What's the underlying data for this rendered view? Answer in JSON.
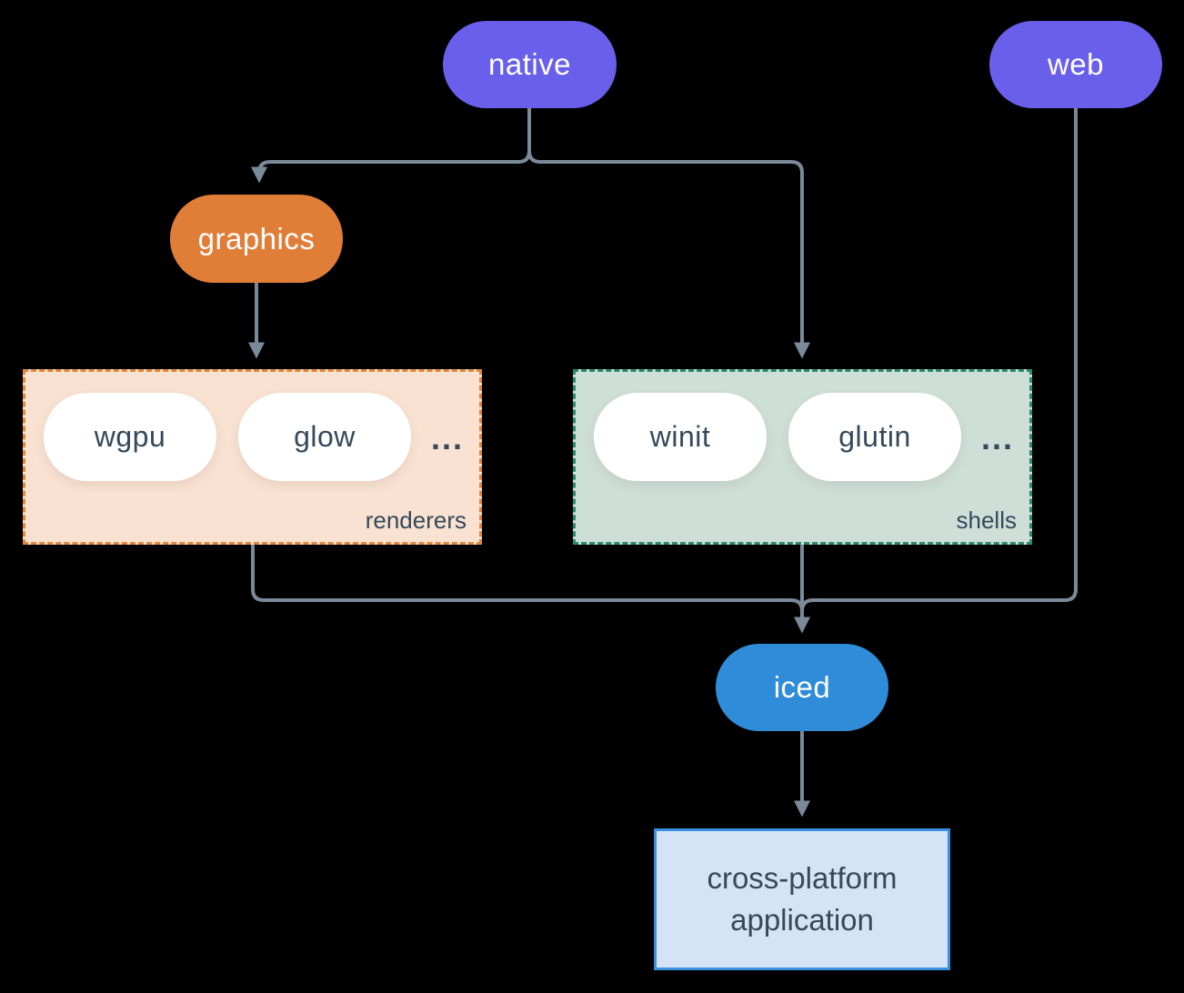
{
  "nodes": {
    "native": {
      "label": "native",
      "color": "#6A5FEB"
    },
    "web": {
      "label": "web",
      "color": "#6A5FEB"
    },
    "graphics": {
      "label": "graphics",
      "color": "#E07E38"
    },
    "iced": {
      "label": "iced",
      "color": "#2F8CD9"
    }
  },
  "groups": {
    "renderers": {
      "label": "renderers",
      "items": [
        "wgpu",
        "glow"
      ],
      "ellipsis": "...",
      "background": "#F9E2D2",
      "border": "#E2873E"
    },
    "shells": {
      "label": "shells",
      "items": [
        "winit",
        "glutin"
      ],
      "ellipsis": "...",
      "background": "#CEDFD8",
      "border": "#2E8A6E"
    }
  },
  "app": {
    "label": "cross-platform application",
    "background": "#D4E4F6",
    "border": "#3A8FE0"
  },
  "edges": [
    {
      "from": "native",
      "to": "graphics"
    },
    {
      "from": "native",
      "to": "shells"
    },
    {
      "from": "graphics",
      "to": "renderers"
    },
    {
      "from": "renderers",
      "to": "iced"
    },
    {
      "from": "shells",
      "to": "iced"
    },
    {
      "from": "web",
      "to": "iced"
    },
    {
      "from": "iced",
      "to": "cross-platform application"
    }
  ],
  "style": {
    "background": "#000000",
    "edge_color": "#7A8A99",
    "text_dark": "#35495A",
    "node_text": "#FFFFFF"
  }
}
